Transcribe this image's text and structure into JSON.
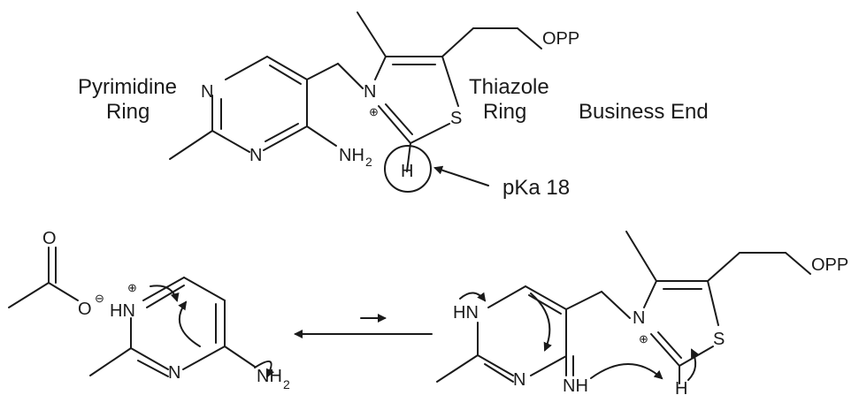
{
  "labels": {
    "pyrimidine_line1": "Pyrimidine",
    "pyrimidine_line2": "Ring",
    "thiazole_line1": "Thiazole",
    "thiazole_line2": "Ring",
    "business_end": "Business End",
    "pka": "pKa 18"
  },
  "atoms": {
    "opp": "OPP",
    "n": "N",
    "s": "S",
    "h": "H",
    "nh": "NH",
    "hn": "HN",
    "nh_main": "NH",
    "sub2": "2",
    "o": "O",
    "minus": "⊖",
    "plus": "⊕"
  }
}
